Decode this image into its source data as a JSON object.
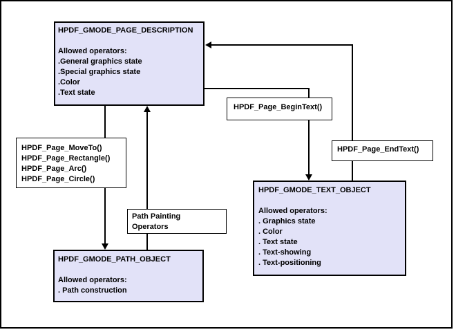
{
  "diagram": {
    "colors": {
      "node_fill": "#e2e2f8",
      "node_border": "#000000",
      "connector": "#000000",
      "background": "#ffffff"
    },
    "nodes": {
      "page_description": {
        "title": "HPDF_GMODE_PAGE_DESCRIPTION",
        "subtitle": "Allowed operators:",
        "items": [
          ".General graphics state",
          ".Special graphics state",
          ".Color",
          ".Text state"
        ]
      },
      "move_group": {
        "items": [
          "HPDF_Page_MoveTo()",
          "HPDF_Page_Rectangle()",
          "HPDF_Page_Arc()",
          "HPDF_Page_Circle()"
        ]
      },
      "begin_text": {
        "label": "HPDF_Page_BeginText()"
      },
      "end_text": {
        "label": "HPDF_Page_EndText()"
      },
      "path_painting": {
        "lines": [
          "Path Painting",
          "Operators"
        ]
      },
      "path_object": {
        "title": "HPDF_GMODE_PATH_OBJECT",
        "subtitle": "Allowed operators:",
        "items": [
          ". Path construction"
        ]
      },
      "text_object": {
        "title": "HPDF_GMODE_TEXT_OBJECT",
        "subtitle": "Allowed operators:",
        "items": [
          ". Graphics state",
          ". Color",
          ". Text state",
          ". Text-showing",
          ". Text-positioning"
        ]
      }
    },
    "edges": [
      {
        "from": "page_description",
        "via": "move_group",
        "to": "path_object",
        "arrow": "into path_object top"
      },
      {
        "from": "path_object",
        "via": "path_painting",
        "to": "page_description",
        "arrow": "into page_description bottom"
      },
      {
        "from": "page_description",
        "via": "begin_text",
        "to": "text_object",
        "arrow": "into text_object top"
      },
      {
        "from": "text_object",
        "via": "end_text",
        "to": "page_description",
        "arrow": "into page_description right"
      }
    ]
  }
}
